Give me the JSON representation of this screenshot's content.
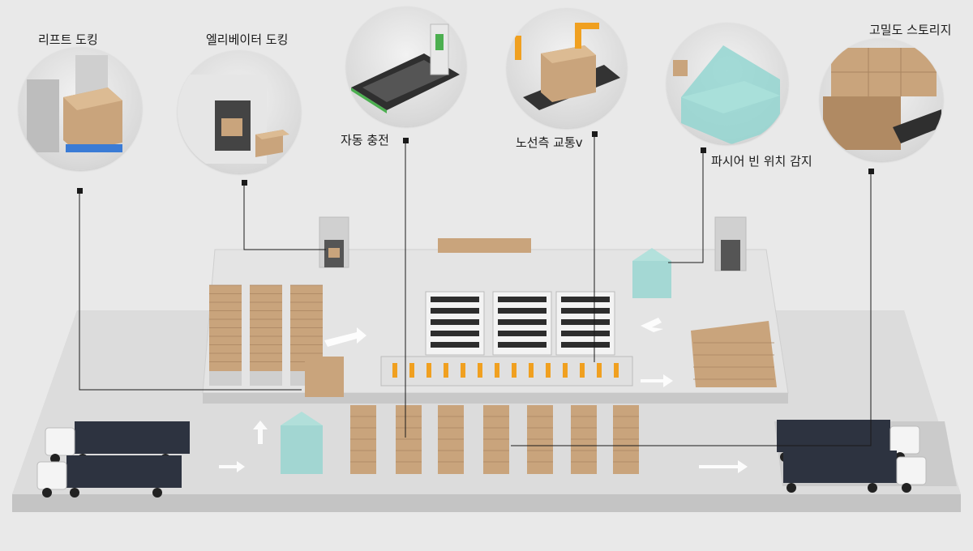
{
  "callouts": [
    {
      "id": "lift-docking",
      "label": "리프트 도킹"
    },
    {
      "id": "elevator-docking",
      "label": "엘리베이터 도킹"
    },
    {
      "id": "auto-charging",
      "label": "자동 충전"
    },
    {
      "id": "route-traffic",
      "label": "노선측 교통v"
    },
    {
      "id": "pallet-empty-detection",
      "label": "파시어 빈 위치 감지"
    },
    {
      "id": "dense-storage",
      "label": "고밀도 스토리지"
    }
  ],
  "colors": {
    "background": "#e9e9e9",
    "floor": "#d4d4d4",
    "platform": "#dcdcdc",
    "box": "#c9a47c",
    "box_dark": "#a98560",
    "truck": "#2d3340",
    "robot": "#f0a020",
    "glass": "#8fd4cf",
    "line": "#1a1a1a"
  }
}
